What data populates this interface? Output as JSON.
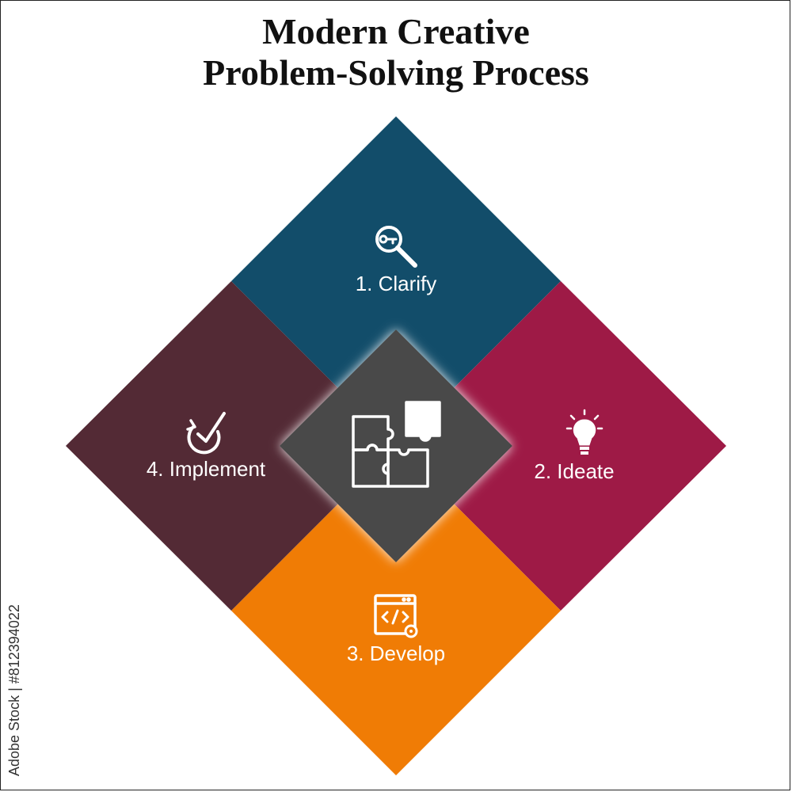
{
  "title": {
    "line1": "Modern Creative",
    "line2": "Problem-Solving Process"
  },
  "steps": [
    {
      "label": "1. Clarify",
      "color": "#124d6a",
      "icon": "magnifier-key-icon"
    },
    {
      "label": "2. Ideate",
      "color": "#9e1a46",
      "icon": "lightbulb-icon"
    },
    {
      "label": "3. Develop",
      "color": "#f07c05",
      "icon": "code-window-gear-icon"
    },
    {
      "label": "4. Implement",
      "color": "#532a35",
      "icon": "check-cycle-icon"
    }
  ],
  "center": {
    "color": "#4a4a4a",
    "icon": "puzzle-pieces-icon"
  },
  "watermark": {
    "stock_id": "Adobe Stock | #812394022"
  }
}
